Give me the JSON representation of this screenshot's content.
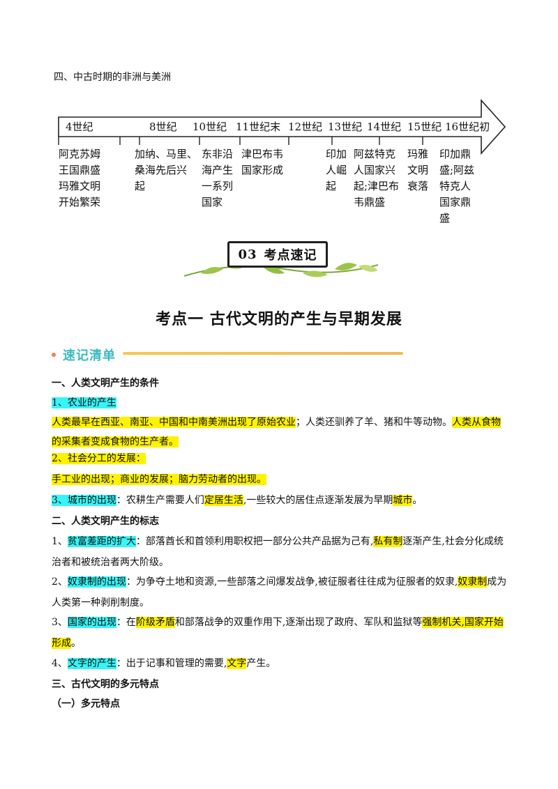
{
  "section_title": "四、中古时期的非洲与美洲",
  "timeline": {
    "labels": [
      "4世纪",
      "8世纪",
      "10世纪",
      "11世纪末",
      "12世纪",
      "13世纪",
      "14世纪",
      "15世纪",
      "16世纪初"
    ],
    "events": [
      [
        "阿克苏姆",
        "王国鼎盛",
        "玛雅文明",
        "开始繁荣"
      ],
      [
        "加纳、马里、",
        "桑海先后兴",
        "起"
      ],
      [
        "东非沿",
        "海产生",
        "一系列",
        "国家"
      ],
      [
        "津巴布韦",
        "国家形成"
      ],
      [
        "印加",
        "人崛",
        "起"
      ],
      [
        "阿兹特克",
        "人国家兴",
        "起;津巴布",
        "韦鼎盛"
      ],
      [
        "玛雅",
        "文明",
        "衰落"
      ],
      [
        "印加鼎",
        "盛;阿兹",
        "特克人",
        "国家鼎",
        "盛"
      ]
    ]
  },
  "banner": {
    "number": "03",
    "text": "考点速记"
  },
  "main_title": "考点一  古代文明的产生与早期发展",
  "sub_header": "速记清单",
  "content": {
    "h1": "一、人类文明产生的条件",
    "s1": "1、农业的产生",
    "s1_a": "人类最早在西亚、南亚、中国和中南美洲出现了原始农业",
    "s1_b": "；人类还驯养了羊、猪和牛等动物。",
    "s1_c": "人类从食物",
    "s1_d": "的采集者变成食物的生产者。",
    "s2": "2、社会分工的发展：",
    "s2_a": "手工业的出现；商业的发展；脑力劳动者的出现。",
    "s3": "3、城市的出现",
    "s3_a": "：农耕生产需要人们",
    "s3_b": "定居生活",
    "s3_c": ",一些较大的居住点逐渐发展为早期",
    "s3_d": "城市",
    "s3_e": "。",
    "h2": "二、人类文明产生的标志",
    "m1_pre": "1、",
    "m1": "贫富差距的扩大",
    "m1_a": "：部落酋长和首领利用职权把一部分公共产品据为己有,",
    "m1_b": "私有制",
    "m1_c": "逐渐产生,社会分化成统",
    "m1_d": "治者和被统治者两大阶级。",
    "m2_pre": "2、",
    "m2": "奴隶制的出现",
    "m2_a": "：为争夺土地和资源,一些部落之间爆发战争,被征服者往往成为征服者的奴隶,",
    "m2_b": "奴隶制",
    "m2_c": "成为",
    "m2_d": "人类第一种剥削制度。",
    "m3_pre": "3、",
    "m3": "国家的出现",
    "m3_a": "：在",
    "m3_b": "阶级矛盾",
    "m3_c": "和部落战争的双重作用下,逐渐出现了政府、军队和监狱等",
    "m3_d": "强制机关,国家开始",
    "m3_e": "形成",
    "m3_f": "。",
    "m4_pre": "4、",
    "m4": "文字的产生",
    "m4_a": "：出于记事和管理的需要,",
    "m4_b": "文字",
    "m4_c": "产生。",
    "h3": "三、古代文明的多元特点",
    "h3_1": "（一）多元特点"
  }
}
